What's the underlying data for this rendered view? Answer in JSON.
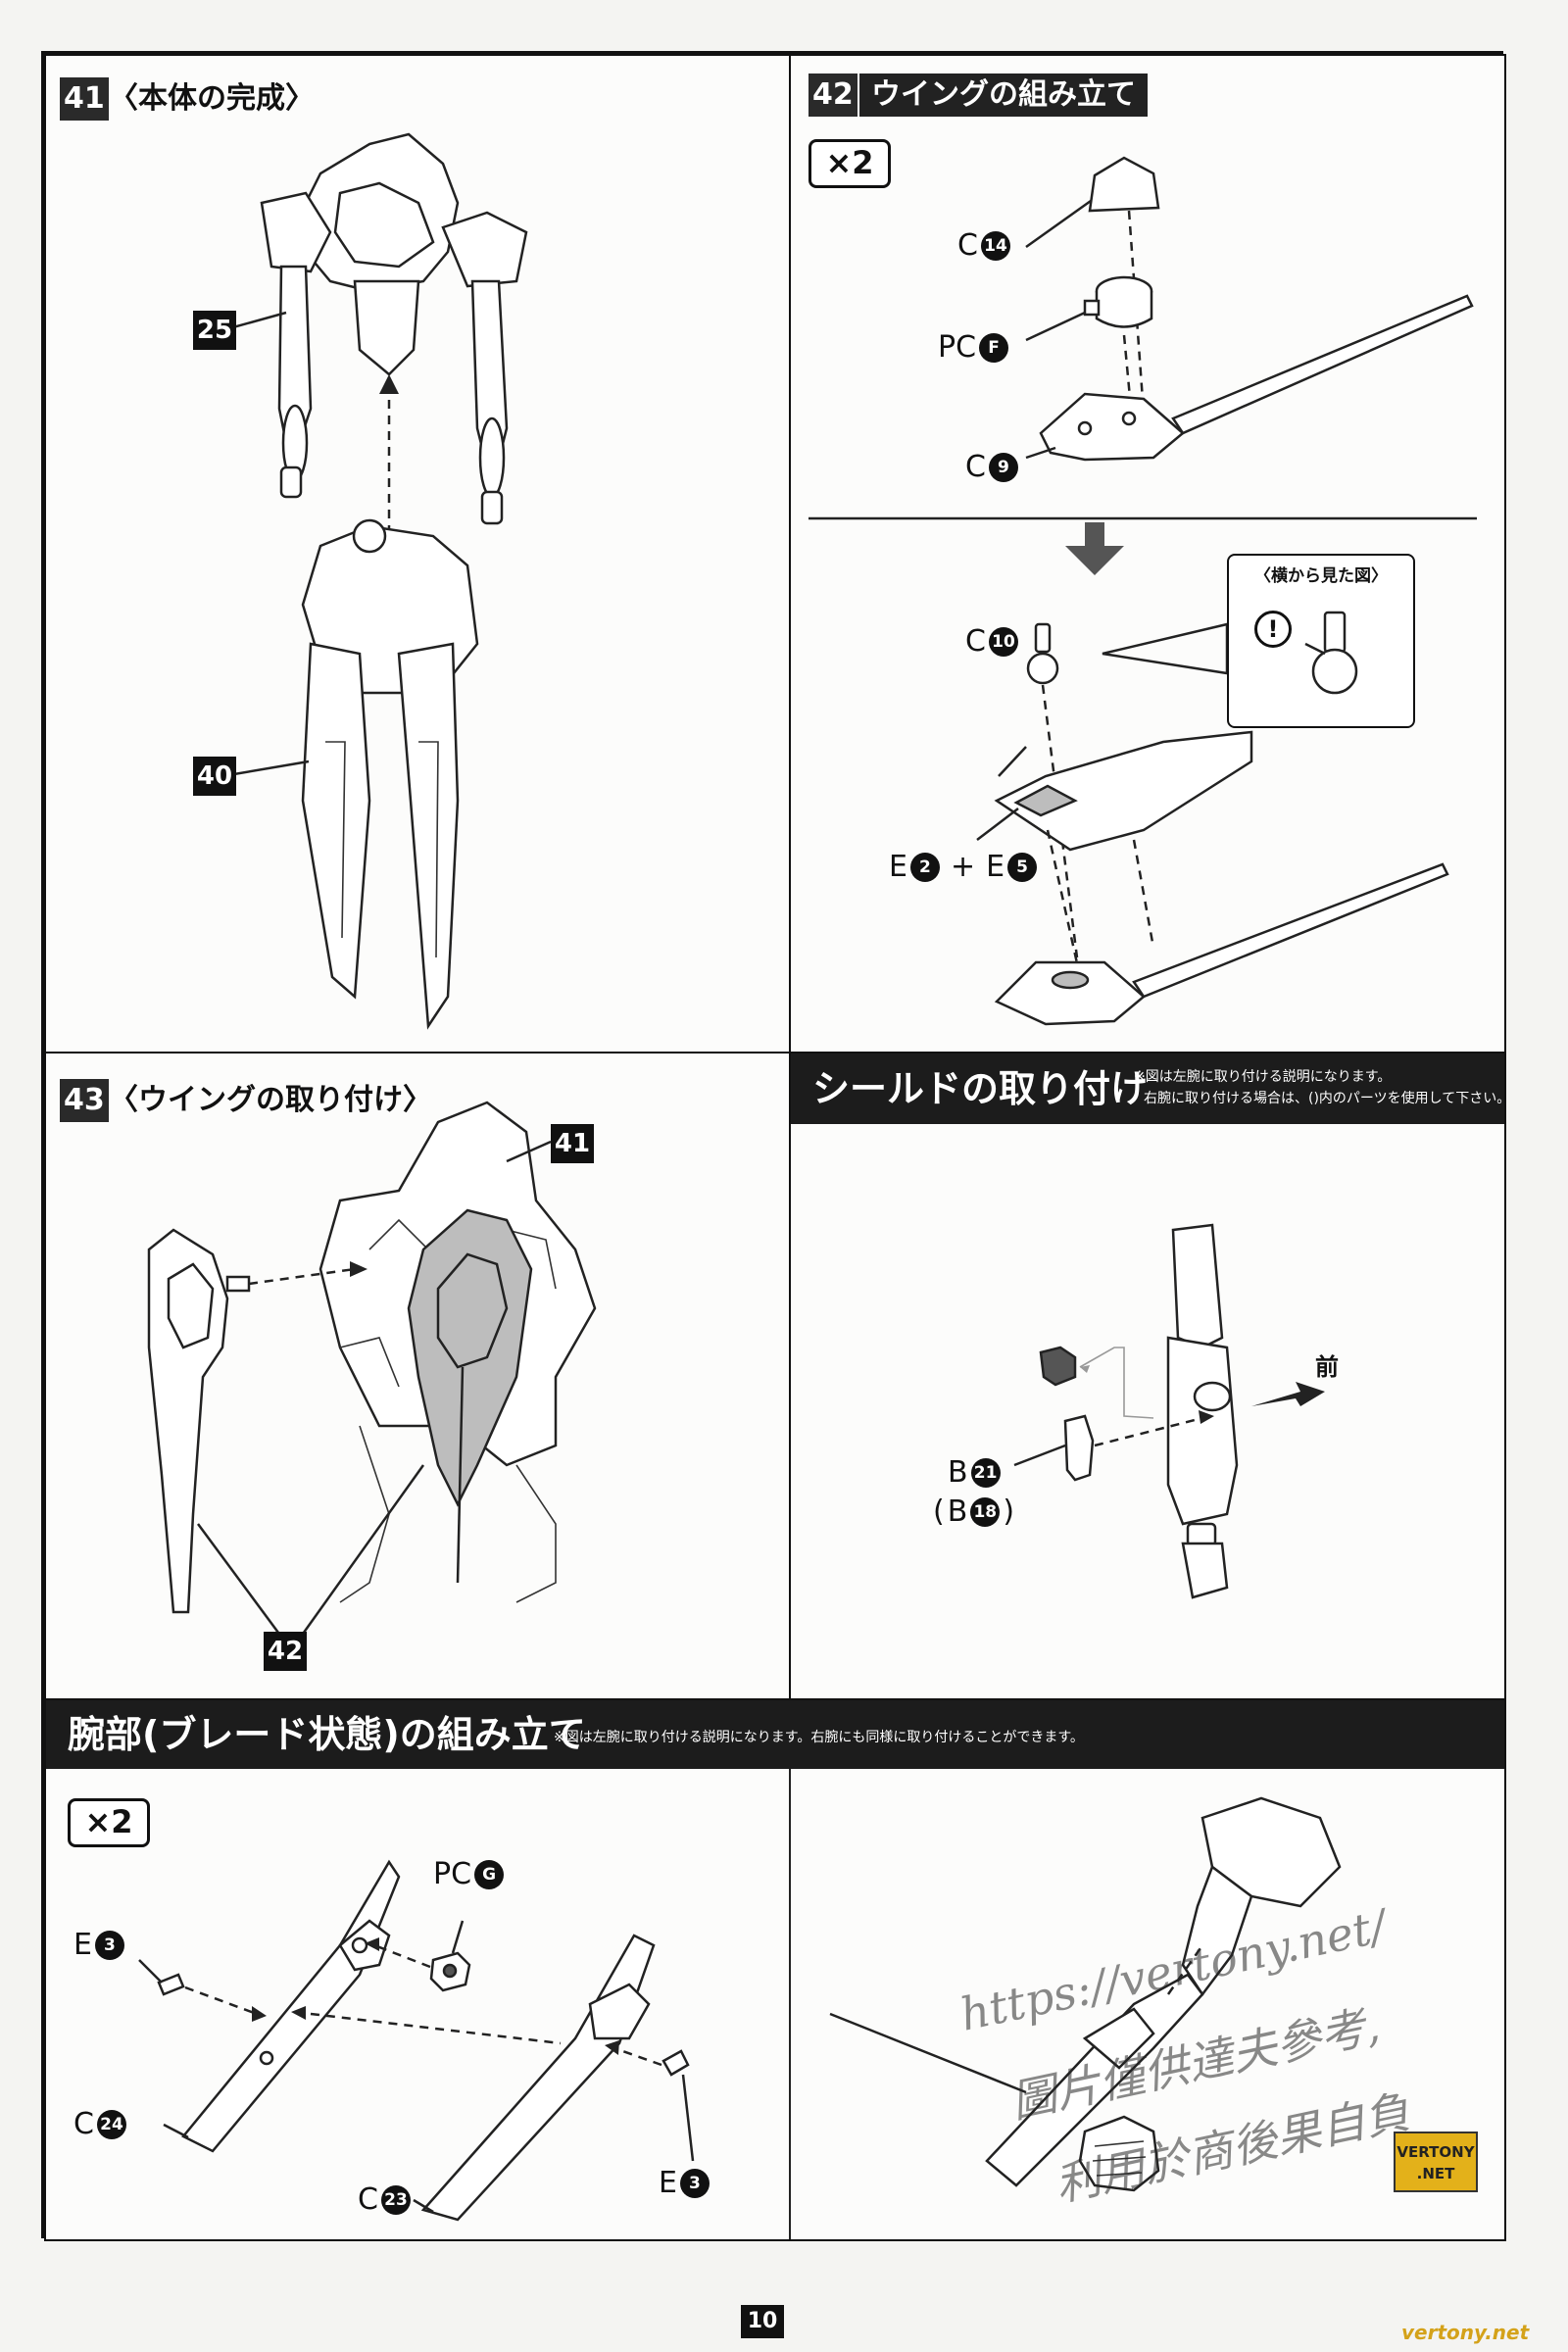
{
  "steps": {
    "s41": {
      "number": "41",
      "title": "〈本体の完成〉",
      "part_tags": [
        "25",
        "40"
      ]
    },
    "s42": {
      "number": "42",
      "title": "ウイングの組み立て",
      "multiplier": "×2",
      "parts_top": [
        {
          "letter": "C",
          "num": "14"
        },
        {
          "letter": "PC",
          "num": "F"
        },
        {
          "letter": "C",
          "num": "9"
        }
      ],
      "parts_bottom": [
        {
          "letter": "C",
          "num": "10"
        },
        {
          "letter": "E",
          "num": "2"
        },
        {
          "letter": "E",
          "num": "5"
        }
      ],
      "plus": "+",
      "callout_title": "〈横から見た図〉",
      "callout_icon": "!"
    },
    "s43": {
      "number": "43",
      "title": "〈ウイングの取り付け〉",
      "part_tags": [
        "41",
        "42"
      ]
    }
  },
  "shield": {
    "title": "シールドの取り付け",
    "note_line1": "※図は左腕に取り付ける説明になります。",
    "note_line2": "右腕に取り付ける場合は、()内のパーツを使用して下さい。",
    "parts": [
      {
        "letter": "B",
        "num": "21"
      },
      {
        "letter": "B",
        "num": "18"
      }
    ],
    "front_label": "前"
  },
  "arm": {
    "title": "腕部(ブレード状態)の組み立て",
    "note": "※図は左腕に取り付ける説明になります。右腕にも同様に取り付けることができます。",
    "multiplier": "×2",
    "parts": [
      {
        "letter": "PC",
        "num": "G"
      },
      {
        "letter": "E",
        "num": "3"
      },
      {
        "letter": "C",
        "num": "24"
      },
      {
        "letter": "C",
        "num": "23"
      },
      {
        "letter": "E",
        "num": "3"
      }
    ]
  },
  "watermark": {
    "line1": "https://vertony.net/",
    "line2": "圖片僅供達夫參考,",
    "line3": "利用於商後果自負",
    "logo_line1": "VERTONY",
    "logo_line2": ".NET",
    "site": "vertony.net"
  },
  "page_number": "10"
}
